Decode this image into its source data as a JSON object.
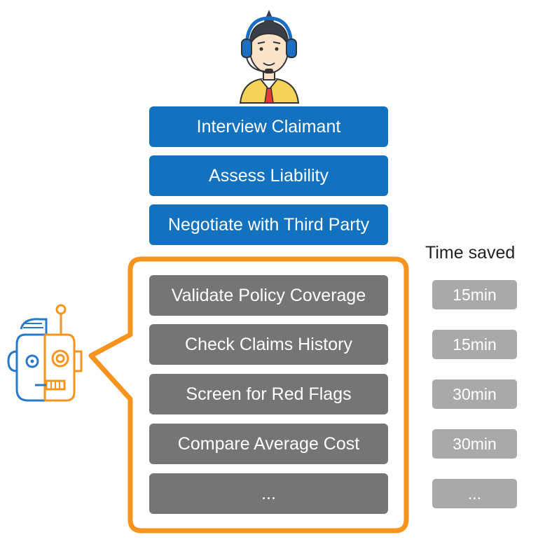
{
  "colors": {
    "human_task": "#1272bf",
    "automated_task": "#757575",
    "time_box": "#a9a9a9",
    "bubble_outline": "#f7941d",
    "robot_blue": "#2a78c8",
    "robot_orange": "#f7941d",
    "headset_blue": "#1a6fc4",
    "shirt_yellow": "#f6d259",
    "tie_red": "#e53935"
  },
  "icons": {
    "agent": "customer-service-agent-icon",
    "robot": "robot-icon"
  },
  "human_tasks": [
    "Interview Claimant",
    "Assess Liability",
    "Negotiate with Third Party"
  ],
  "time_header": "Time saved",
  "automated_tasks": [
    {
      "label": "Validate Policy Coverage",
      "time": "15min"
    },
    {
      "label": "Check Claims History",
      "time": "15min"
    },
    {
      "label": "Screen for Red Flags",
      "time": "30min"
    },
    {
      "label": "Compare Average Cost",
      "time": "30min"
    },
    {
      "label": "...",
      "time": "..."
    }
  ]
}
